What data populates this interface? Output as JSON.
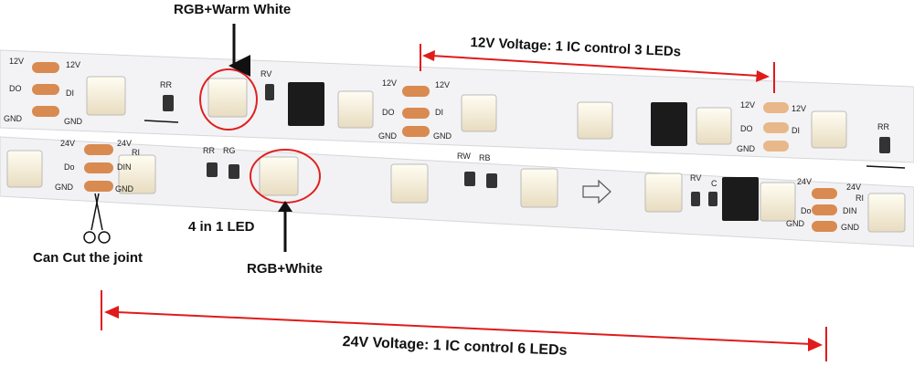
{
  "annotations": {
    "top_led_label": "RGB+Warm White",
    "bottom_led_label": "RGB+White",
    "led_type_label": "4 in 1 LED",
    "cut_label": "Can Cut the joint",
    "voltage_12v": "12V Voltage: 1 IC control 3 LEDs",
    "voltage_24v": "24V Voltage: 1 IC control 6 LEDs"
  },
  "top_strip": {
    "pads_left": [
      "12V",
      "DO",
      "GND"
    ],
    "pads_right": [
      "12V",
      "DI",
      "GND"
    ],
    "resistors": [
      "RR",
      "RV",
      "RR"
    ],
    "pads_mid_left": [
      "12V",
      "DO",
      "GND"
    ],
    "pads_mid_right": [
      "12V",
      "DI",
      "GND"
    ],
    "pads_far_left": [
      "12V",
      "DO",
      "GND"
    ],
    "pads_far_right": [
      "12V",
      "DI"
    ]
  },
  "bottom_strip": {
    "pads_left": [
      "24V",
      "Do",
      "GND"
    ],
    "pads_right": [
      "24V",
      "RI",
      "DIN",
      "GND"
    ],
    "resistors": [
      "RR",
      "RG",
      "RW",
      "RB",
      "RV",
      "C"
    ],
    "pads_far_left": [
      "24V",
      "Do",
      "GND"
    ],
    "pads_far_right": [
      "24V",
      "RI",
      "DIN",
      "GND"
    ]
  },
  "colors": {
    "arrow_red": "#e01b1b",
    "circle_red": "#e02020",
    "pcb_white": "#f4f4f6",
    "copper_pad": "#d9874a",
    "chip_black": "#1b1b1b"
  }
}
